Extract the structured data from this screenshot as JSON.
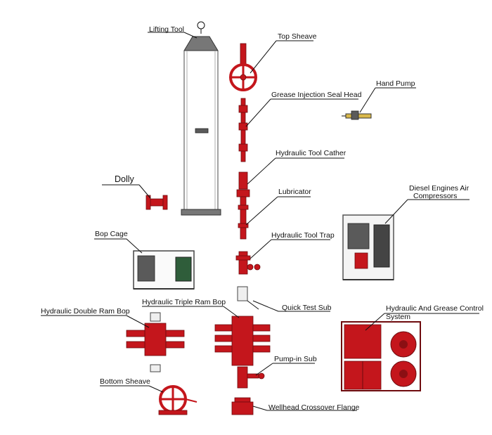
{
  "colors": {
    "equipment_red": "#c4161c",
    "outline": "#3a3a3a",
    "leader": "#111111",
    "frame": "#d9d9d9"
  },
  "labels": {
    "lifting_tool": "Lifting Tool",
    "top_sheave": "Top Sheave",
    "hand_pump": "Hand Pump",
    "grease_head": "Grease Injection Seal Head",
    "tool_catcher": "Hydraulic Tool Cather",
    "dolly": "Dolly",
    "lubricator": "Lubricator",
    "diesel_line1": "Diesel Engines Air",
    "diesel_line2": "Compressors",
    "bop_cage": "Bop Cage",
    "tool_trap": "Hydraulic Tool Trap",
    "quick_test": "Quick Test Sub",
    "triple_ram": "Hydraulic Triple Ram Bop",
    "double_ram": "Hydraulic Double Ram Bop",
    "control_line1": "Hydraulic And Grease Control",
    "control_line2": "System",
    "pump_in": "Pump-in Sub",
    "bottom_sheave": "Bottom Sheave",
    "crossover": "Wellhead Crossover Flange"
  }
}
